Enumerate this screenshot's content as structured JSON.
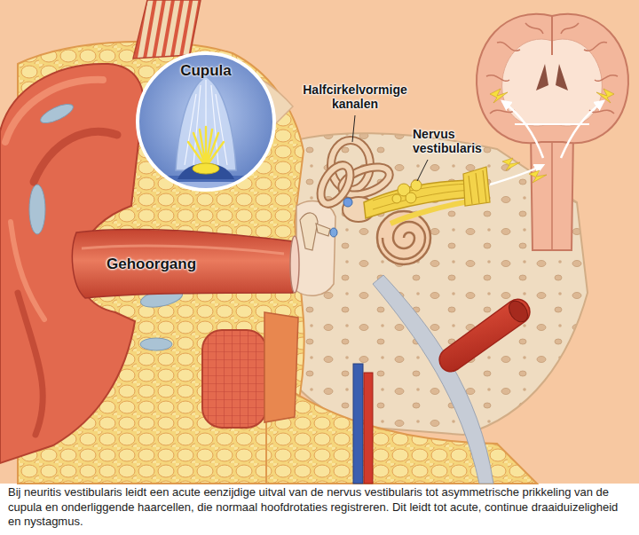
{
  "diagram": {
    "caption": "Bij neuritis vestibularis leidt een acute eenzijdige uitval van de nervus vestibularis tot asymmetrische prikkeling van de cupula en onderliggende haarcellen, die normaal hoofdrotaties registreren. Dit leidt tot acute, continue draaiduizeligheid en nystagmus.",
    "nodes": [
      {
        "text": [
          "Cupula"
        ]
      }
    ],
    "labels": [
      "Halfcirkelvormige kanalen",
      "Nervus vestibularis",
      "Gehoorgang"
    ]
  }
}
